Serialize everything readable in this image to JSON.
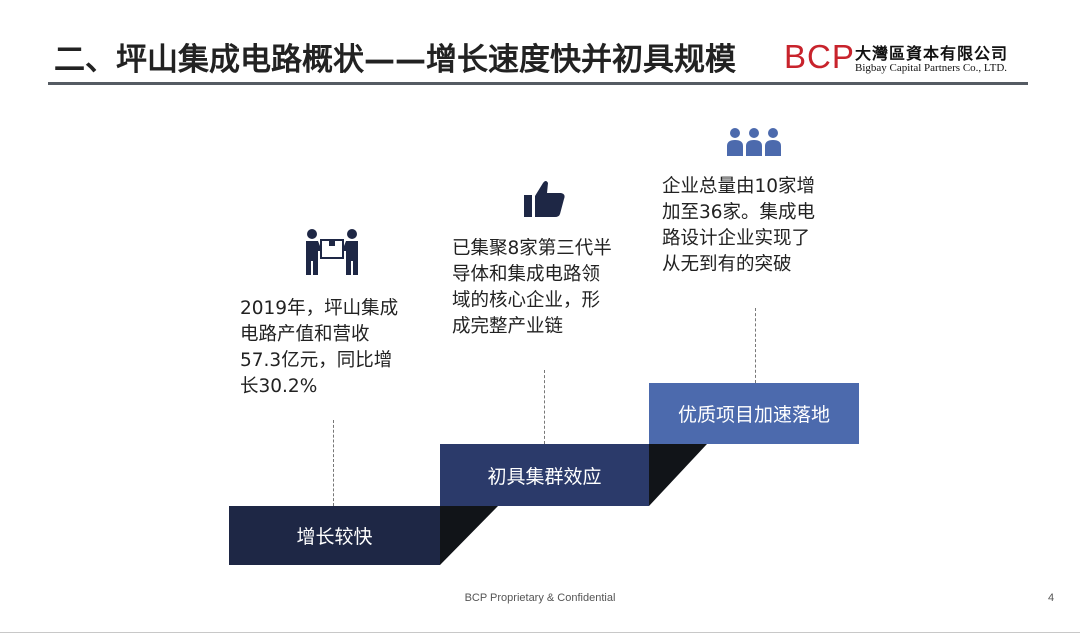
{
  "header": {
    "title": "二、坪山集成电路概状——增长速度快并初具规模",
    "logo": {
      "abbr": "BCP",
      "name_cn": "大灣區資本有限公司",
      "name_en": "Bigbay Capital Partners Co., LTD.",
      "brand_color": "#c8232c"
    }
  },
  "steps": [
    {
      "label": "增长较快",
      "color": "#1e2745",
      "description": [
        "2019年，坪山集成",
        "电路产值和营收",
        "57.3亿元，同比增",
        "长30.2%"
      ],
      "icon": "people-carrying-box-icon"
    },
    {
      "label": "初具集群效应",
      "color": "#2b3a6a",
      "description": [
        "已集聚8家第三代半",
        "导体和集成电路领",
        "域的核心企业，形",
        "成完整产业链"
      ],
      "icon": "thumbs-up-icon"
    },
    {
      "label": "优质项目加速落地",
      "color": "#4c6aad",
      "description": [
        "企业总量由10家增",
        "加至36家。集成电",
        "路设计企业实现了",
        "从无到有的突破"
      ],
      "icon": "group-of-people-icon"
    }
  ],
  "footer": {
    "confidential": "BCP Proprietary & Confidential",
    "page_number": "4"
  }
}
